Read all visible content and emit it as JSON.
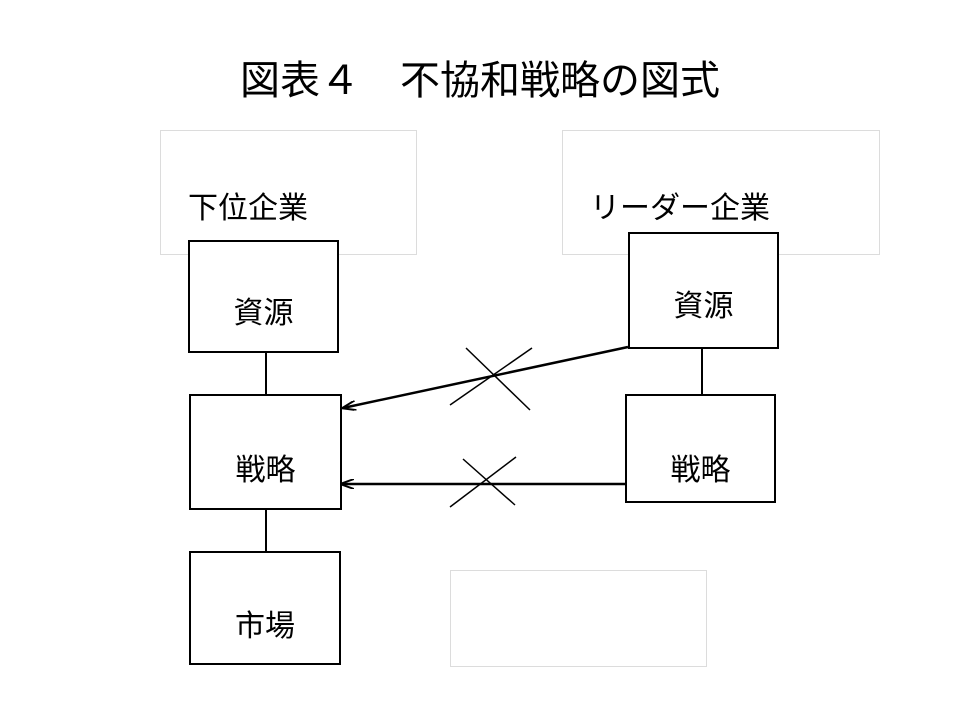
{
  "title": "図表４　不協和戦略の図式",
  "lower_firm": {
    "label": "下位企業",
    "resources": "資源",
    "strategy": "戦略",
    "market": "市場"
  },
  "leader_firm": {
    "label": "リーダー企業",
    "resources": "資源",
    "strategy": "戦略"
  }
}
